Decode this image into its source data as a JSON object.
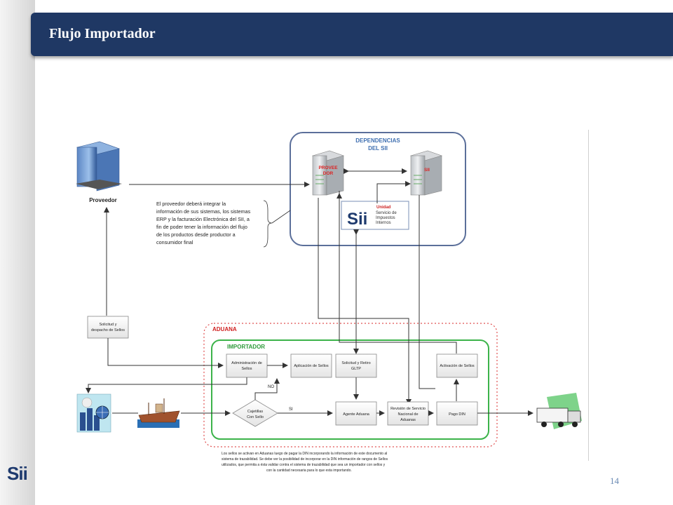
{
  "header": {
    "title": "Flujo Importador"
  },
  "page_number": "14",
  "logo_text": "Sii",
  "diagram": {
    "sii_group_title_1": "DEPENDENCIAS",
    "sii_group_title_2": "DEL SII",
    "server_proveedor_1": "PROVEE",
    "server_proveedor_2": "DOR",
    "server_sii": "SII",
    "sii_logo_mark": "Sii",
    "sii_logo_unit": "Unidad",
    "sii_logo_line1": "Servicio de",
    "sii_logo_line2": "Impuestos",
    "sii_logo_line3": "Internos",
    "proveedor_label": "Proveedor",
    "note_lines": [
      "El proveedor deberá integrar la",
      "información de sus sistemas, los sistemas",
      "ERP y la facturación Electrónica del SII, a",
      "fin de poder tener la información del flujo",
      "de los productos desde productor a",
      "consumidor final"
    ],
    "aduana_title": "ADUANA",
    "importador_title": "IMPORTADOR",
    "box_solicitud_despacho_1": "Solicitud y",
    "box_solicitud_despacho_2": "despacho de Sellos",
    "box_admin_1": "Administración de",
    "box_admin_2": "Sellos",
    "box_aplicacion": "Aplicación de Sellos",
    "box_retiro_1": "Solicitud y Retiro",
    "box_retiro_2": "GLTP",
    "box_activacion": "Activación de Sellos",
    "decision_1": "Cajetillas",
    "decision_2": "Con Sello",
    "label_no": "NO",
    "label_si": "SI",
    "box_agente": "Agente Aduana",
    "box_revision_1": "Revisión de Servicio",
    "box_revision_2": "Nacional de",
    "box_revision_3": "Aduanas",
    "box_pago": "Pago DIN",
    "footer_lines": [
      "Los sellos se activan en Aduanas luego de pagar la DIN incorporando la información de este documento al",
      "sistema de trazabilidad. Se debe ver la posibilidad de incorporar en la DIN información de rangos de Sellos",
      "utilizados, que permita a ésta validar contra el sistema de trazabilidad que sea un importador con sellos y",
      "con la cantidad necesaria para lo que esta importando."
    ]
  }
}
